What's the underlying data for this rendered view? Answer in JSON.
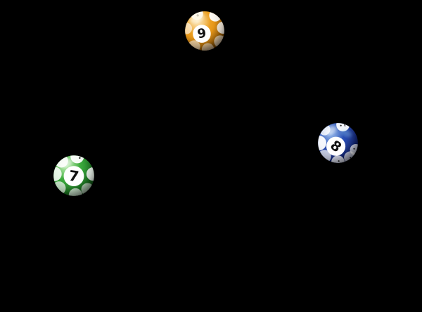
{
  "scene": {
    "background_color": "#000000",
    "number_disc_color": "#ffffff",
    "number_color": "#121212",
    "balls": [
      {
        "name": "ball-7",
        "number": "7",
        "color_name": "green",
        "color_light": "#7ED96E",
        "color_main": "#2C9E30",
        "color_dark": "#0B4A10"
      },
      {
        "name": "ball-8",
        "number": "8",
        "color_name": "blue",
        "color_light": "#4F86DC",
        "color_main": "#1D3FA8",
        "color_dark": "#0A1148"
      },
      {
        "name": "ball-9",
        "number": "9",
        "color_name": "orange",
        "color_light": "#F6C35C",
        "color_main": "#E8940F",
        "color_dark": "#6B3F05"
      }
    ]
  }
}
